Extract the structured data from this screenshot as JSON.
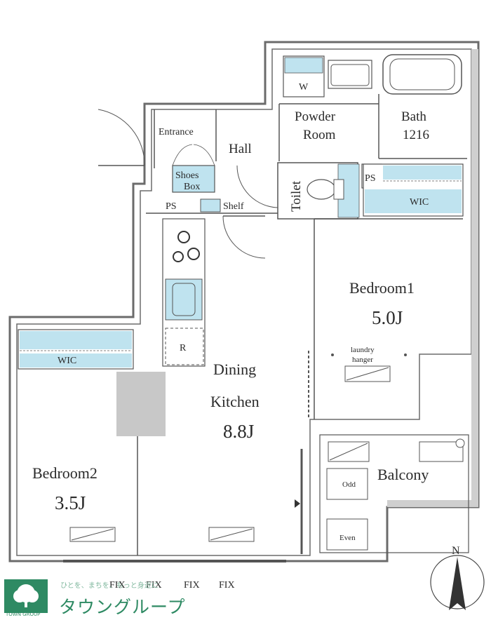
{
  "rooms": {
    "entrance": "Entrance",
    "hall": "Hall",
    "powder_room_line1": "Powder",
    "powder_room_line2": "Room",
    "bath_line1": "Bath",
    "bath_line2": "1216",
    "washer": "W",
    "toilet": "Toilet",
    "shoes_box_line1": "Shoes",
    "shoes_box_line2": "Box",
    "ps_upper": "PS",
    "ps_lower": "PS",
    "shelf": "Shelf",
    "wic_upper": "WIC",
    "wic_lower": "WIC",
    "refrigerator": "R",
    "bedroom1_name": "Bedroom1",
    "bedroom1_area": "5.0J",
    "laundry_line1": "laundry",
    "laundry_line2": "hanger",
    "dining_line1": "Dining",
    "dining_line2": "Kitchen",
    "dining_area": "8.8J",
    "bedroom2_name": "Bedroom2",
    "bedroom2_area": "3.5J",
    "balcony": "Balcony",
    "odd": "Odd",
    "even": "Even",
    "fix_labels": [
      "FIX",
      "FIX",
      "FIX",
      "FIX"
    ]
  },
  "compass": "N",
  "logo": {
    "name": "タウングループ",
    "tagline": "ひとを、まちを、もっと身近に",
    "sub": "TOWN GROUP"
  },
  "colors": {
    "wall": "#6b6b6b",
    "fixture_blue": "#bfe3ef",
    "column_gray": "#c8c8c8",
    "logo_green": "#2e8a63"
  }
}
